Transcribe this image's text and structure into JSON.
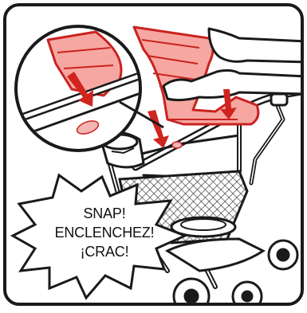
{
  "colors": {
    "frame": "#1a1a1a",
    "seat_fill": "#f7a7a2",
    "seat_stroke": "#c9231f",
    "arrow": "#d0241f",
    "mesh": "#444444",
    "background": "#ffffff"
  },
  "icons": {
    "arrow": "arrow-down-icon",
    "burst": "starburst-icon"
  },
  "callout": {
    "lines": [
      "SNAP!",
      "ENCLENCHEZ!",
      "¡CRAC!"
    ]
  }
}
